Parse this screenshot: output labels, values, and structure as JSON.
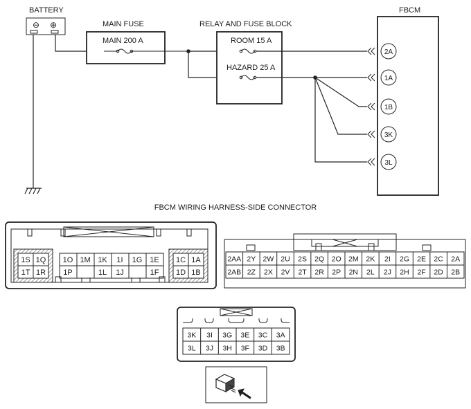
{
  "labels": {
    "battery": "BATTERY",
    "main_fuse": "MAIN FUSE",
    "relay_block": "RELAY AND FUSE BLOCK",
    "fbcm": "FBCM",
    "main_fuse_rating": "MAIN 200 A",
    "room_fuse": "ROOM 15 A",
    "hazard_fuse": "HAZARD 25 A",
    "connector_title": "FBCM WIRING HARNESS-SIDE CONNECTOR",
    "battery_minus": "⊖",
    "battery_plus": "⊕"
  },
  "terminals": [
    "2A",
    "1A",
    "1B",
    "3K",
    "3L"
  ],
  "connector1": {
    "left": [
      "1S",
      "1Q",
      "1T",
      "1R"
    ],
    "middle_top": [
      "1O",
      "1M",
      "1K",
      "1I",
      "1G",
      "1E"
    ],
    "middle_bottom": [
      "1P",
      "1L",
      "1J",
      "1F"
    ],
    "right": [
      "1C",
      "1A",
      "1D",
      "1B"
    ]
  },
  "connector2": {
    "top": [
      "2AA",
      "2Y",
      "2W",
      "2U",
      "2S",
      "2Q",
      "2O",
      "2M",
      "2K",
      "2I",
      "2G",
      "2E",
      "2C",
      "2A"
    ],
    "bottom": [
      "2AB",
      "2Z",
      "2X",
      "2V",
      "2T",
      "2R",
      "2P",
      "2N",
      "2L",
      "2J",
      "2H",
      "2F",
      "2D",
      "2B"
    ]
  },
  "connector3": {
    "top": [
      "3K",
      "3I",
      "3G",
      "3E",
      "3C",
      "3A"
    ],
    "bottom": [
      "3L",
      "3J",
      "3H",
      "3F",
      "3D",
      "3B"
    ]
  }
}
